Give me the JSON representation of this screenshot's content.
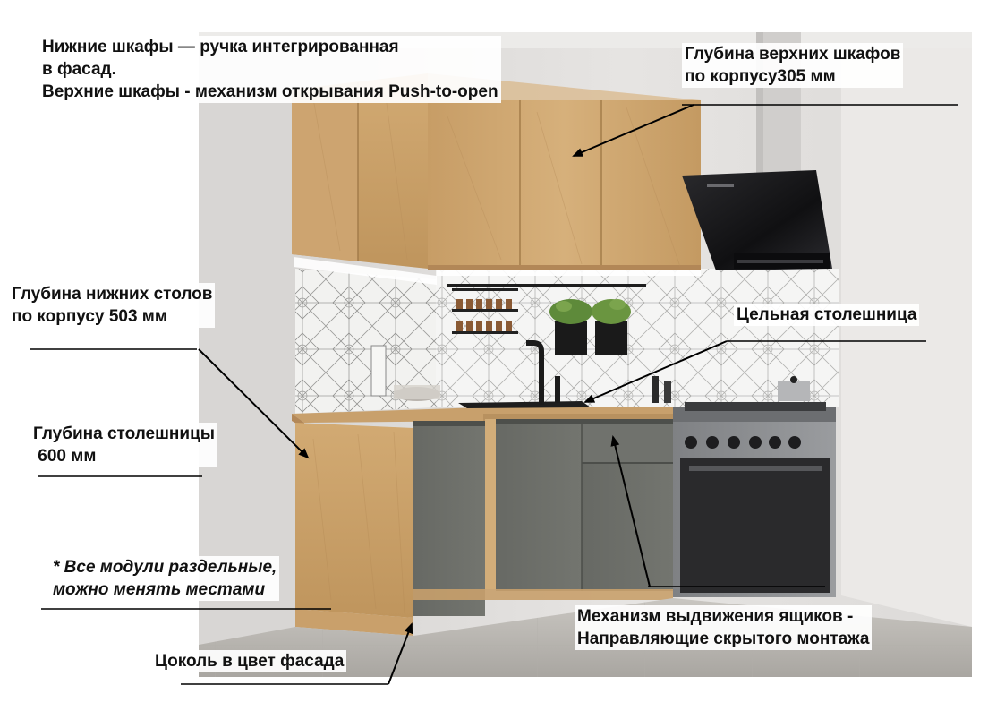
{
  "annotations": {
    "handles": {
      "line1": "Нижние шкафы — ручка интегрированная",
      "line2": "в фасад.",
      "line3": "Верхние шкафы - механизм открывания Push-to-open"
    },
    "upper_depth": {
      "line1": "Глубина верхних шкафов",
      "line2": "по корпусу305 мм"
    },
    "lower_depth": {
      "line1": "Глубина нижних столов",
      "line2": "по корпусу 503 мм"
    },
    "solid_countertop": {
      "line1": "Цельная столешница"
    },
    "countertop_depth": {
      "line1": "Глубина столешницы",
      "line2": " 600 мм"
    },
    "modules_note": {
      "line1": "* Все модули раздельные,",
      "line2": "можно менять местами"
    },
    "drawer_mechanism": {
      "line1": "Механизм выдвижения ящиков -",
      "line2": "Направляющие скрытого монтажа"
    },
    "plinth": {
      "line1": "Цоколь в цвет фасада"
    }
  },
  "colors": {
    "wood": "#c9a26b",
    "graphite": "#6b6d68",
    "wall": "#e3e1df",
    "floor": "#bdbab5",
    "tile": "#f1f1ef",
    "hood_glass": "#1b1b1d",
    "stove": "#8a8c8f"
  }
}
